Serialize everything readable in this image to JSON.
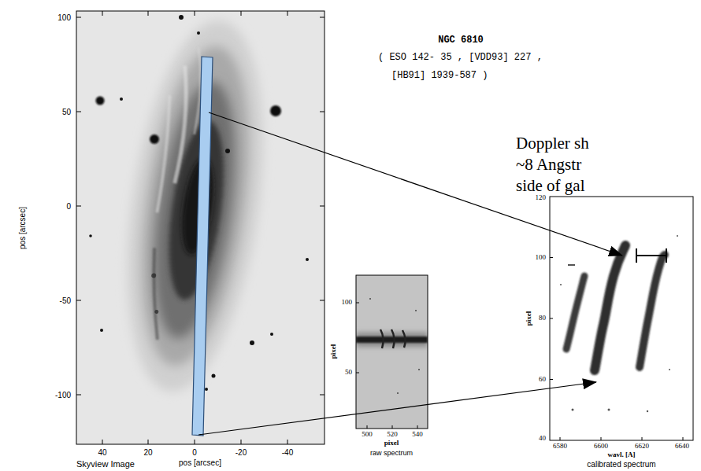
{
  "diagram": {
    "title": "NGC 6810",
    "labels": [
      "( ESO 142- 35 , [VDD93] 227 ,",
      "[HB91] 1939-587 )",
      "Doppler sh",
      "~8 Angstr",
      "side of gal",
      "100",
      "50",
      "0",
      "-50",
      "-100",
      "40",
      "20",
      "0",
      "-20",
      "-40",
      "pos [arcsec]",
      "pos [arcsec]",
      "Skyview Image",
      "100",
      "50",
      "pixel",
      "500",
      "520",
      "540",
      "pixel",
      "raw spectrum",
      "120",
      "100",
      "80",
      "60",
      "40",
      "pixel",
      "6580",
      "6600",
      "6620",
      "6640",
      "wavl. [A]",
      "calibrated spectrum"
    ]
  }
}
